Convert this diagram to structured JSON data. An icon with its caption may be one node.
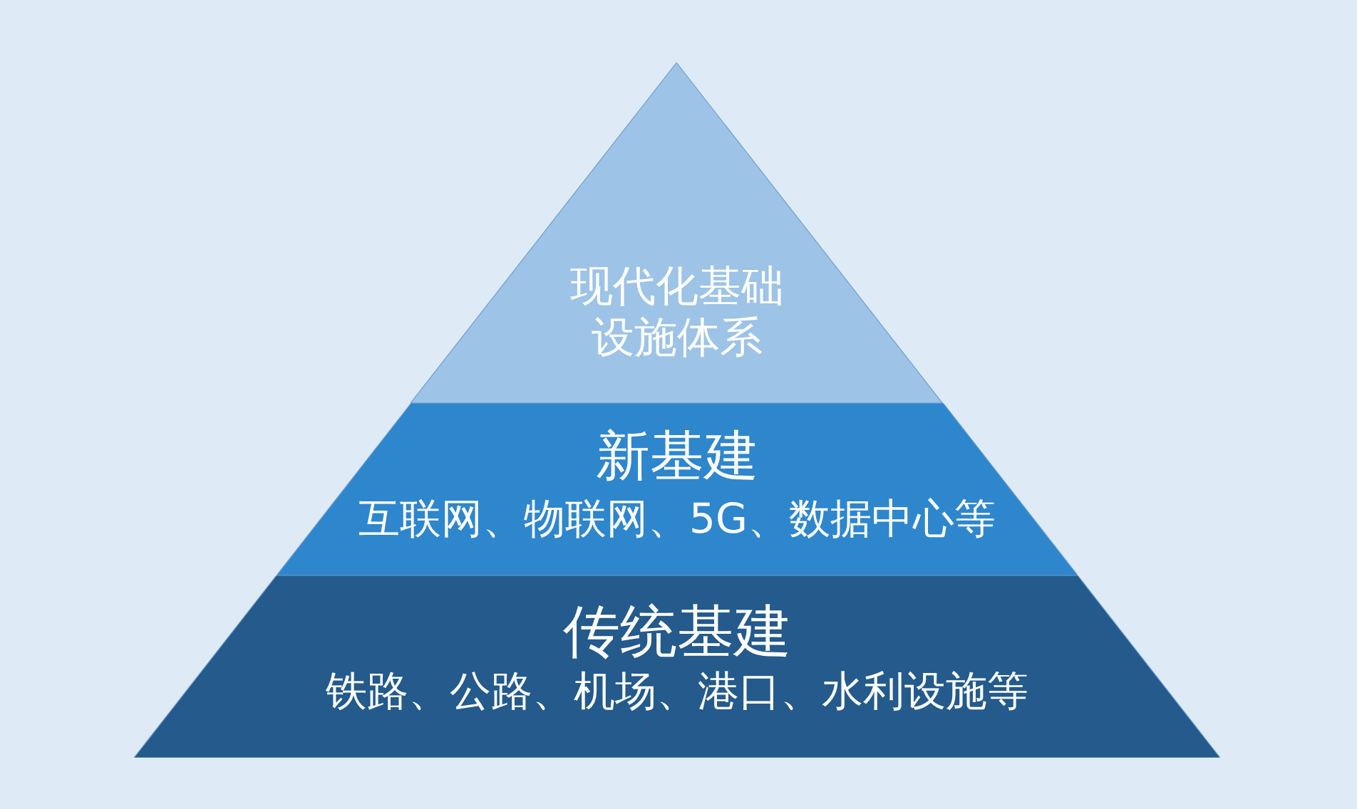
{
  "diagram": {
    "nodes": [
      {
        "text": [
          "现代化基础设施体系"
        ]
      },
      {
        "text": [
          "新基建",
          "互联网、物联网、5G、数据中心等"
        ]
      },
      {
        "text": [
          "传统基建",
          "铁路、公路、机场、港口、水利设施等"
        ]
      }
    ]
  }
}
